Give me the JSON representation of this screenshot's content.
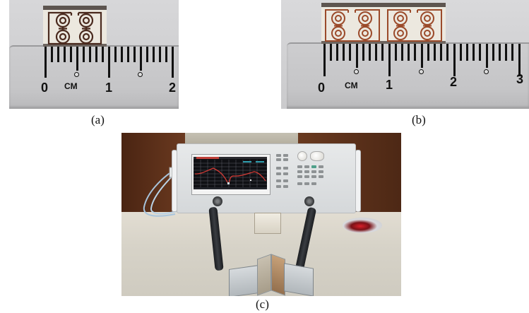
{
  "figure": {
    "panels": [
      {
        "id": "a",
        "caption": "(a)",
        "description": "Single unit cell prototype with two pairs of concentric ring resonators placed on a ruler",
        "ruler": {
          "unit_label": "CM",
          "numbers": [
            "0",
            "1",
            "2"
          ]
        },
        "cells": 1,
        "pattern_color": "#4a2a1e"
      },
      {
        "id": "b",
        "caption": "(b)",
        "description": "Two unit cell prototypes side by side placed on a ruler",
        "ruler": {
          "unit_label": "CM",
          "numbers": [
            "0",
            "1",
            "2",
            "3"
          ]
        },
        "cells": 2,
        "pattern_color": "#9b4a2a"
      },
      {
        "id": "c",
        "caption": "(c)",
        "description": "Measurement setup: vector network analyzer connected via cables to waveguide adapters holding the sample",
        "screen_trace_color": "#d23a35"
      }
    ]
  }
}
